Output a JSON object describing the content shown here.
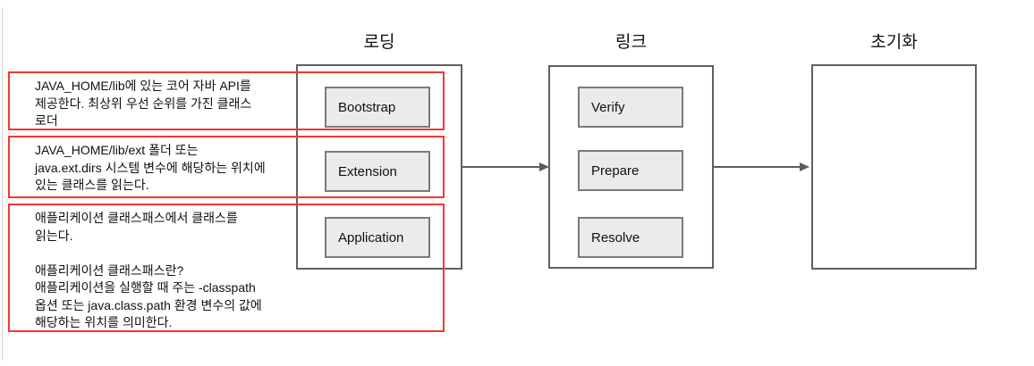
{
  "diagram": {
    "columns": [
      {
        "id": "loading",
        "title": "로딩",
        "boxes": [
          "Bootstrap",
          "Extension",
          "Application"
        ]
      },
      {
        "id": "link",
        "title": "링크",
        "boxes": [
          "Verify",
          "Prepare",
          "Resolve"
        ]
      },
      {
        "id": "initialization",
        "title": "초기화",
        "boxes": []
      }
    ],
    "annotations": [
      {
        "target": "Bootstrap",
        "lines": [
          "JAVA_HOME/lib에 있는 코어 자바 API를",
          "제공한다. 최상위 우선 순위를 가진 클래스",
          "로더"
        ]
      },
      {
        "target": "Extension",
        "lines": [
          "JAVA_HOME/lib/ext 폴더 또는",
          "java.ext.dirs 시스템 변수에 해당하는 위치에",
          "있는 클래스를 읽는다."
        ]
      },
      {
        "target": "Application",
        "lines": [
          "애플리케이션 클래스패스에서 클래스를",
          "읽는다.",
          "",
          "애플리케이션 클래스패스란?",
          "애플리케이션을 실행할 때 주는 -classpath",
          "옵션 또는 java.class.path 환경 변수의 값에",
          "해당하는 위치를 의미한다."
        ]
      }
    ],
    "colors": {
      "annotation_border": "#f5372e",
      "step_box_fill": "#ebebeb",
      "step_box_border": "#7a7a7a",
      "container_border": "#606060",
      "arrow": "#5c5c5c",
      "text": "#111111"
    }
  }
}
